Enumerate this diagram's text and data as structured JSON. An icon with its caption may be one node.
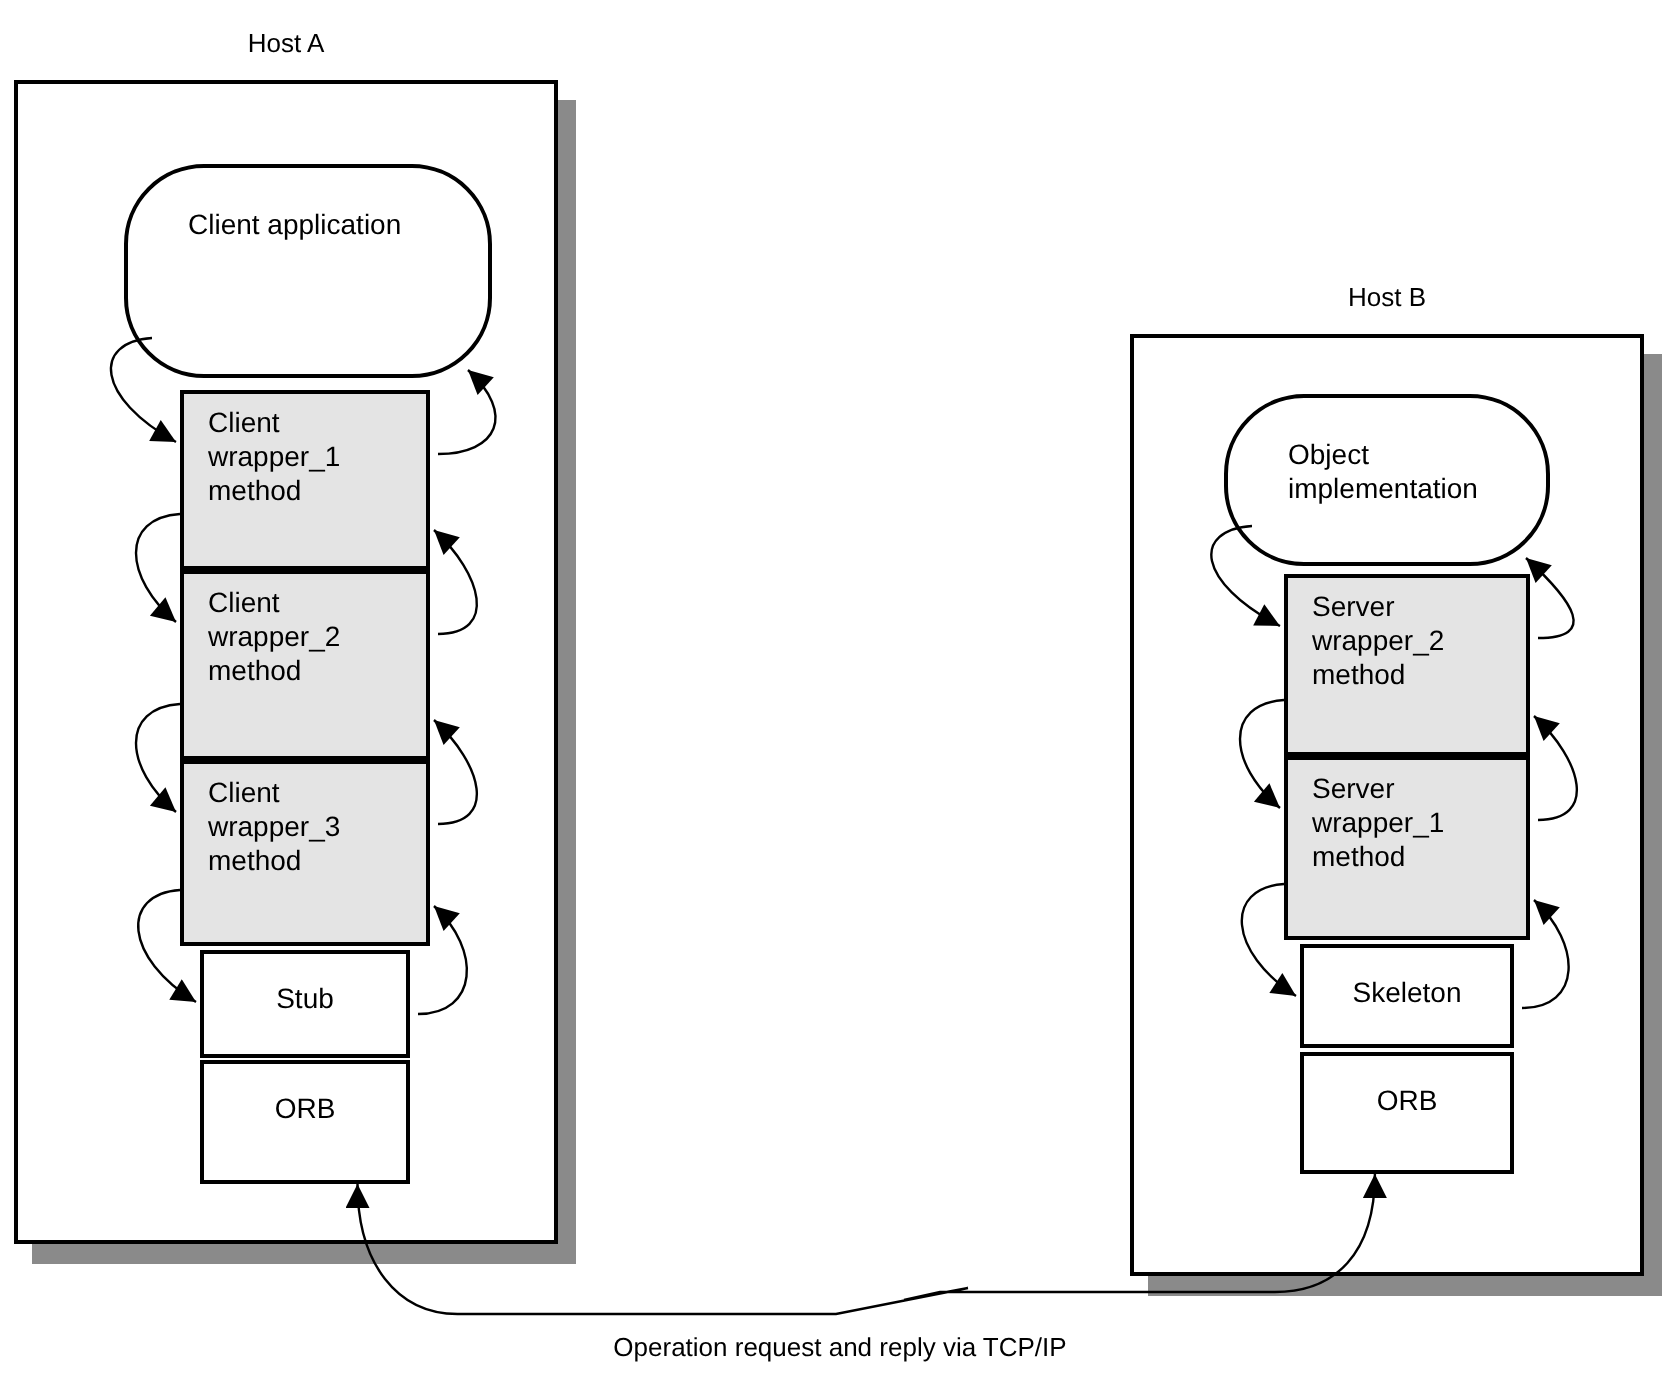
{
  "diagram": {
    "nodes": [
      {
        "text": [
          "Host A"
        ]
      },
      {
        "text": [
          "Client application"
        ],
        "in": 0
      },
      {
        "text": [
          "Client wrapper_1 method"
        ],
        "in": 0
      },
      {
        "text": [
          "Client wrapper_2 method"
        ],
        "in": 0
      },
      {
        "text": [
          "Client wrapper_3 method"
        ],
        "in": 0
      },
      {
        "text": [
          "Stub"
        ],
        "in": 0
      },
      {
        "text": [
          "ORB"
        ],
        "in": 0
      },
      {
        "text": [
          "Host B"
        ]
      },
      {
        "text": [
          "Object implementation"
        ],
        "in": 7
      },
      {
        "text": [
          "Server wrapper_2 method"
        ],
        "in": 7
      },
      {
        "text": [
          "Server wrapper_1 method"
        ],
        "in": 7
      },
      {
        "text": [
          "Skeleton"
        ],
        "in": 7
      },
      {
        "text": [
          "ORB"
        ],
        "in": 7
      }
    ],
    "edges": [
      {
        "from": 1,
        "to": 2,
        "arrow": "to"
      },
      {
        "from": 2,
        "to": 3,
        "arrow": "to"
      },
      {
        "from": 3,
        "to": 4,
        "arrow": "to"
      },
      {
        "from": 4,
        "to": 5,
        "arrow": "to"
      },
      {
        "from": 5,
        "to": 4,
        "arrow": "to"
      },
      {
        "from": 4,
        "to": 3,
        "arrow": "to"
      },
      {
        "from": 3,
        "to": 2,
        "arrow": "to"
      },
      {
        "from": 2,
        "to": 1,
        "arrow": "to"
      },
      {
        "from": 8,
        "to": 9,
        "arrow": "to"
      },
      {
        "from": 9,
        "to": 10,
        "arrow": "to"
      },
      {
        "from": 10,
        "to": 11,
        "arrow": "to"
      },
      {
        "from": 11,
        "to": 10,
        "arrow": "to"
      },
      {
        "from": 10,
        "to": 9,
        "arrow": "to"
      },
      {
        "from": 9,
        "to": 8,
        "arrow": "to"
      },
      {
        "from": 6,
        "to": 12,
        "arrow": "both",
        "label": "Operation request and reply via TCP/IP"
      }
    ]
  }
}
